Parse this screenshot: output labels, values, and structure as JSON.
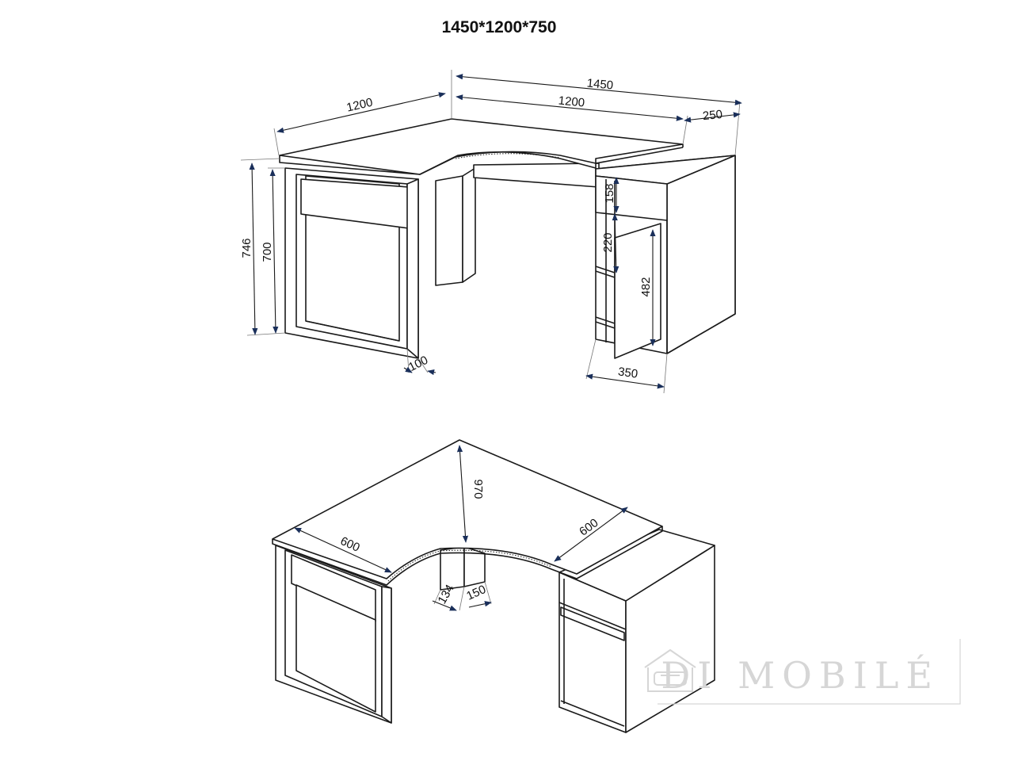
{
  "title": "1450*1200*750",
  "dimensions": {
    "top_1450": "1450",
    "top_1200_right": "1200",
    "top_1200_left": "1200",
    "top_250": "250",
    "height_746": "746",
    "height_700": "700",
    "drawer_158": "158",
    "shelf_220": "220",
    "door_482": "482",
    "leg_100": "100",
    "cabinet_350": "350",
    "depth_970": "970",
    "wing_left_600": "600",
    "wing_right_600": "600",
    "notch_134": "134",
    "notch_150": "150"
  },
  "watermark": {
    "text": "DI MOBILÉ",
    "icon": "sofa-house-icon"
  },
  "colors": {
    "line": "#1a1a1a",
    "arrow": "#1a2f5a",
    "watermark": "#d6d6d6"
  }
}
